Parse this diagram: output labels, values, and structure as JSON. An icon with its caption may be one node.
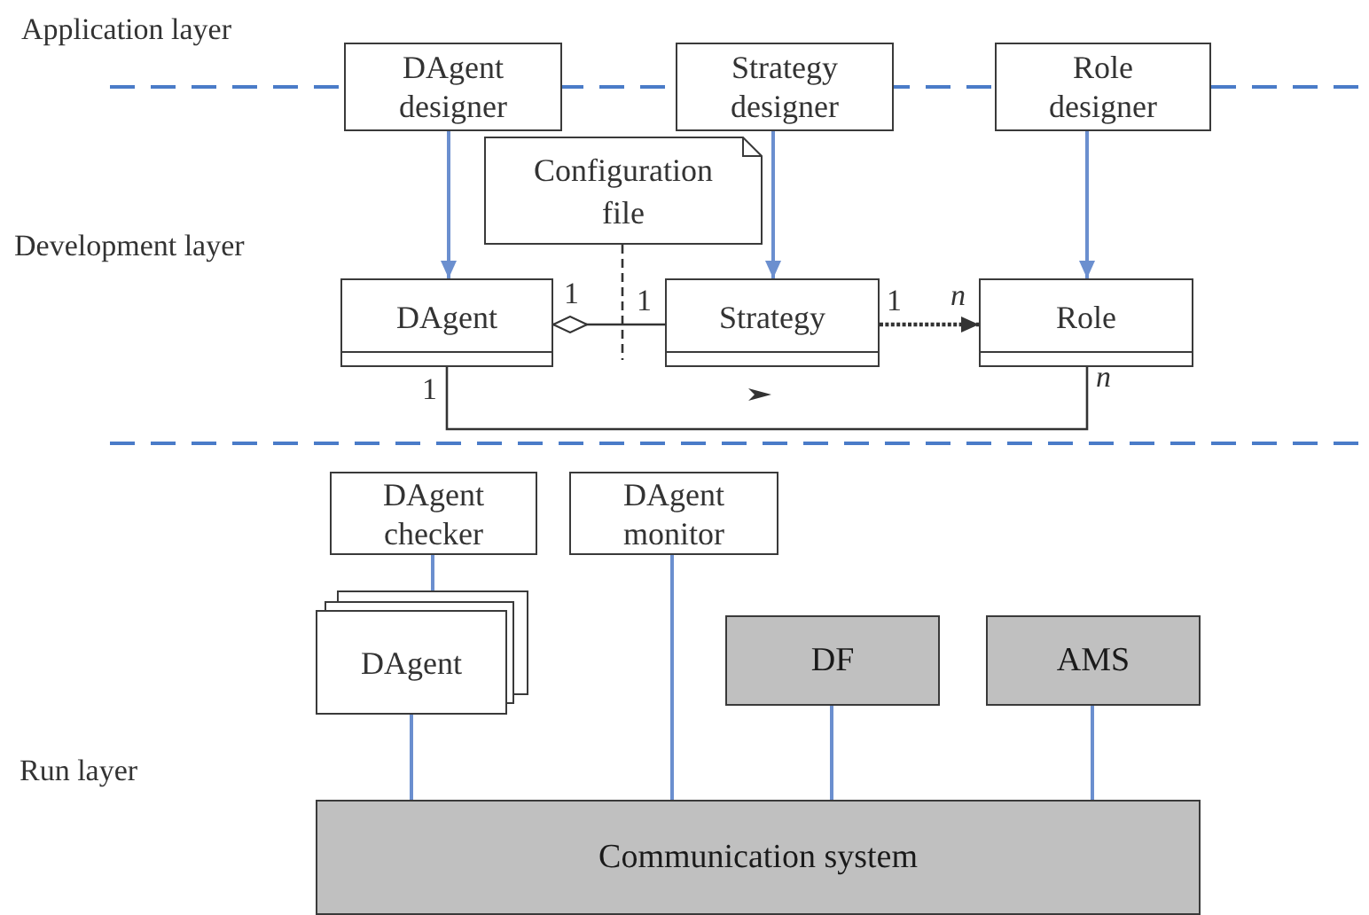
{
  "diagram": {
    "nodes": [
      {
        "text": [
          "DAgent designer"
        ]
      },
      {
        "text": [
          "Strategy designer"
        ]
      },
      {
        "text": [
          "Role designer"
        ]
      },
      {
        "text": [
          "Configuration file"
        ]
      },
      {
        "text": [
          "DAgent"
        ]
      },
      {
        "text": [
          "Strategy"
        ]
      },
      {
        "text": [
          "Role"
        ]
      },
      {
        "text": [
          "DAgent checker"
        ]
      },
      {
        "text": [
          "DAgent monitor"
        ]
      },
      {
        "text": [
          "DAgent"
        ]
      },
      {
        "text": [
          "DF"
        ]
      },
      {
        "text": [
          "AMS"
        ]
      },
      {
        "text": [
          "Communication system"
        ]
      }
    ],
    "edges": [
      {
        "from": 0,
        "to": 4,
        "arrow": "to"
      },
      {
        "from": 1,
        "to": 5,
        "arrow": "to"
      },
      {
        "from": 2,
        "to": 6,
        "arrow": "to"
      },
      {
        "from": 4,
        "to": 5,
        "arrow": "other",
        "color": "#333333"
      },
      {
        "from": 3,
        "to": null,
        "arrow": "none",
        "style": "dashed",
        "color": "#333333"
      },
      {
        "from": 5,
        "to": 6,
        "arrow": "to",
        "style": "dashed",
        "color": "#333333"
      },
      {
        "from": 4,
        "to": 6,
        "arrow": "none",
        "color": "#333333"
      },
      {
        "from": 7,
        "to": 9,
        "arrow": "none"
      },
      {
        "from": 9,
        "to": 12,
        "arrow": "none"
      },
      {
        "from": 8,
        "to": 12,
        "arrow": "none"
      },
      {
        "from": 10,
        "to": 12,
        "arrow": "none"
      },
      {
        "from": 11,
        "to": 12,
        "arrow": "none"
      }
    ],
    "labels": [
      "Application layer",
      "Development layer",
      "1",
      "1",
      "1",
      "n",
      "1",
      "n",
      "Run layer"
    ]
  }
}
